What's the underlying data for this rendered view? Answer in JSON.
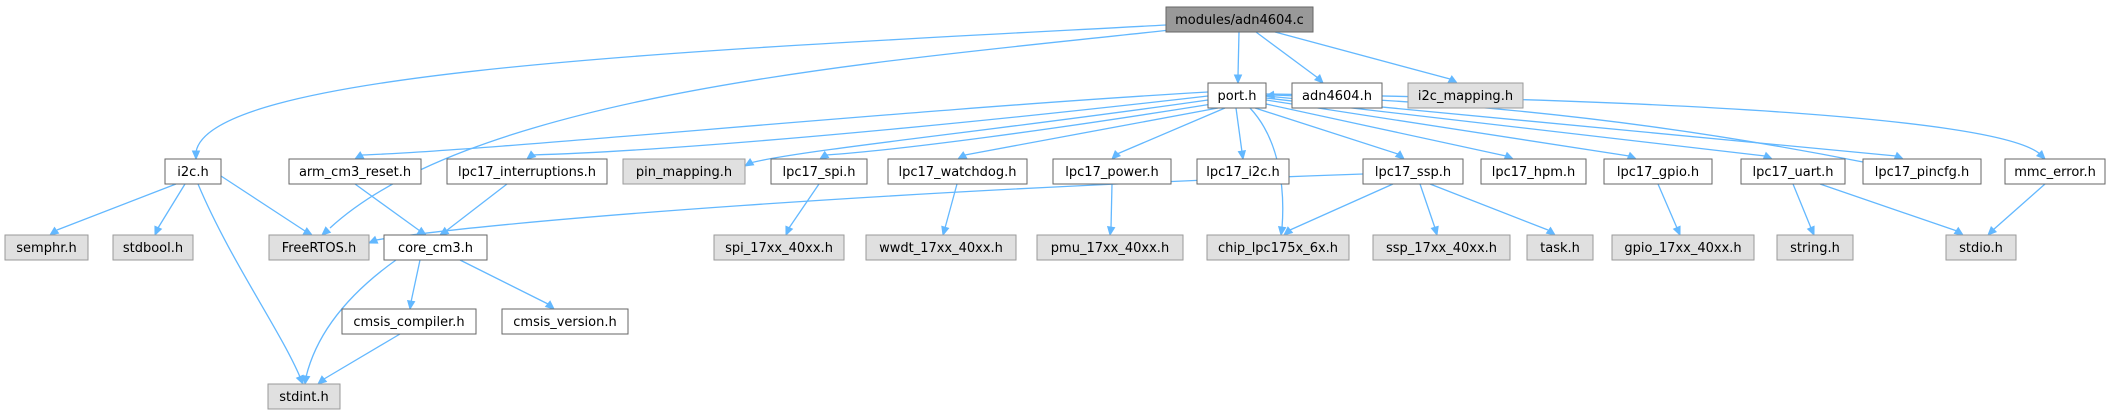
{
  "colors": {
    "root_fill": "#999999",
    "project_fill": "#ffffff",
    "system_fill": "#e0e0e0",
    "system_border": "#999999",
    "border": "#666666",
    "edge": "#63b8ff"
  },
  "nodes": {
    "root": "modules/adn4604.c",
    "i2c_h": "i2c.h",
    "port_h": "port.h",
    "adn4604_h": "adn4604.h",
    "i2c_mapping_h": "i2c_mapping.h",
    "semphr_h": "semphr.h",
    "stdbool_h": "stdbool.h",
    "freertos_h": "FreeRTOS.h",
    "stdint_h": "stdint.h",
    "arm_cm3_reset_h": "arm_cm3_reset.h",
    "lpc17_interruptions_h": "lpc17_interruptions.h",
    "pin_mapping_h": "pin_mapping.h",
    "lpc17_spi_h": "lpc17_spi.h",
    "lpc17_watchdog_h": "lpc17_watchdog.h",
    "lpc17_power_h": "lpc17_power.h",
    "lpc17_i2c_h": "lpc17_i2c.h",
    "lpc17_ssp_h": "lpc17_ssp.h",
    "lpc17_hpm_h": "lpc17_hpm.h",
    "lpc17_gpio_h": "lpc17_gpio.h",
    "lpc17_uart_h": "lpc17_uart.h",
    "lpc17_pincfg_h": "lpc17_pincfg.h",
    "mmc_error_h": "mmc_error.h",
    "core_cm3_h": "core_cm3.h",
    "spi_17xx_40xx_h": "spi_17xx_40xx.h",
    "wwdt_17xx_40xx_h": "wwdt_17xx_40xx.h",
    "pmu_17xx_40xx_h": "pmu_17xx_40xx.h",
    "chip_lpc175x_6x_h": "chip_lpc175x_6x.h",
    "ssp_17xx_40xx_h": "ssp_17xx_40xx.h",
    "task_h": "task.h",
    "gpio_17xx_40xx_h": "gpio_17xx_40xx.h",
    "string_h": "string.h",
    "stdio_h": "stdio.h",
    "cmsis_compiler_h": "cmsis_compiler.h",
    "cmsis_version_h": "cmsis_version.h"
  }
}
